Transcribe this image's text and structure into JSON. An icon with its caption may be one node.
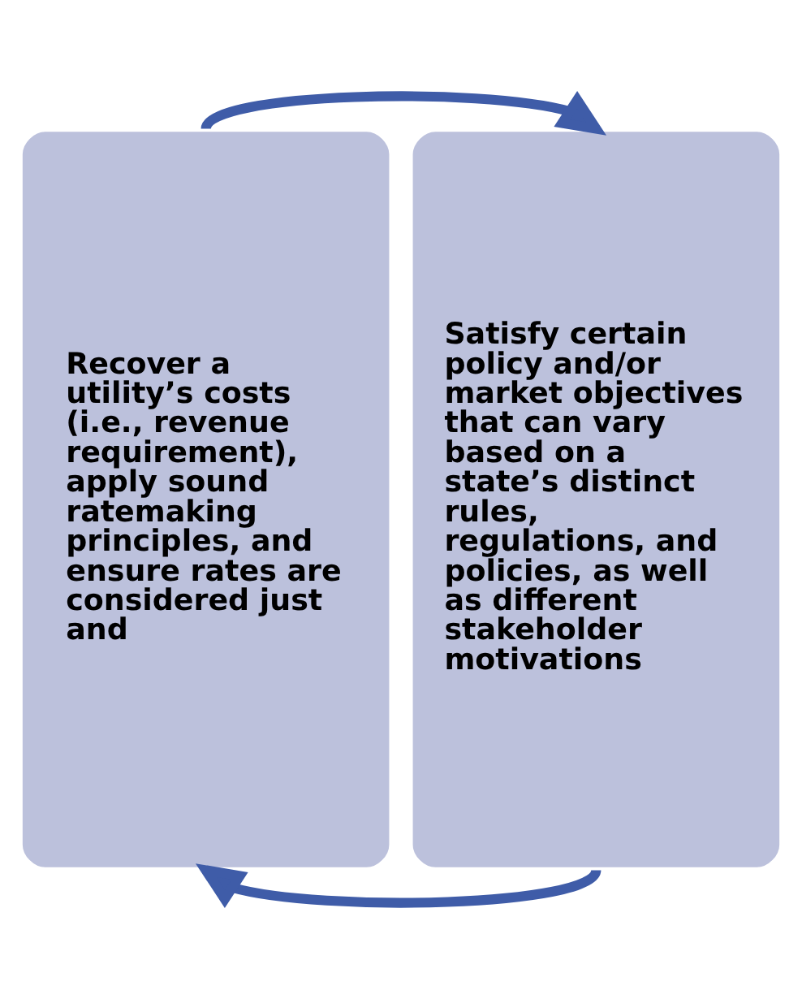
{
  "diagram": {
    "nodes": [
      {
        "text": [
          "Recover a utility’s costs (i.e., revenue requirement), apply sound ratemaking principles, and ensure rates are considered just and"
        ]
      },
      {
        "text": [
          "Satisfy certain policy and/or market objectives that can vary based on a state’s distinct rules, regulations, and policies, as well as different stakeholder motivations"
        ]
      }
    ],
    "edges": [
      {
        "from": 0,
        "to": 1,
        "arrow": "to"
      },
      {
        "from": 1,
        "to": 0,
        "arrow": "to"
      }
    ]
  }
}
